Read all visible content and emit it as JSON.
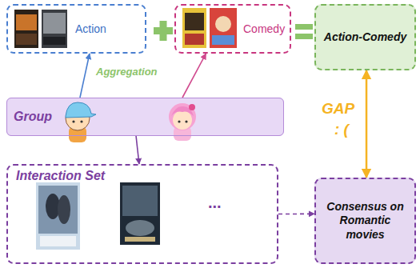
{
  "diagram": {
    "nodes": [
      {
        "text": [
          "Action"
        ]
      },
      {
        "text": [
          "Comedy"
        ]
      },
      {
        "text": [
          "Action-Comedy"
        ]
      },
      {
        "text": [
          "Group"
        ]
      },
      {
        "text": [
          "Interaction Set",
          "..."
        ]
      },
      {
        "text": [
          "Consensus on Romantic movies"
        ]
      }
    ],
    "edges": [
      {
        "from": 3,
        "to": 0,
        "arrow": "to"
      },
      {
        "from": 3,
        "to": 1,
        "arrow": "to"
      },
      {
        "from": 3,
        "to": 4,
        "arrow": "to"
      },
      {
        "from": 4,
        "to": 5,
        "arrow": "to"
      },
      {
        "from": 2,
        "to": 5,
        "arrow": "both",
        "label": "GAP"
      }
    ],
    "labels": [
      ": (",
      "Aggregation"
    ]
  }
}
